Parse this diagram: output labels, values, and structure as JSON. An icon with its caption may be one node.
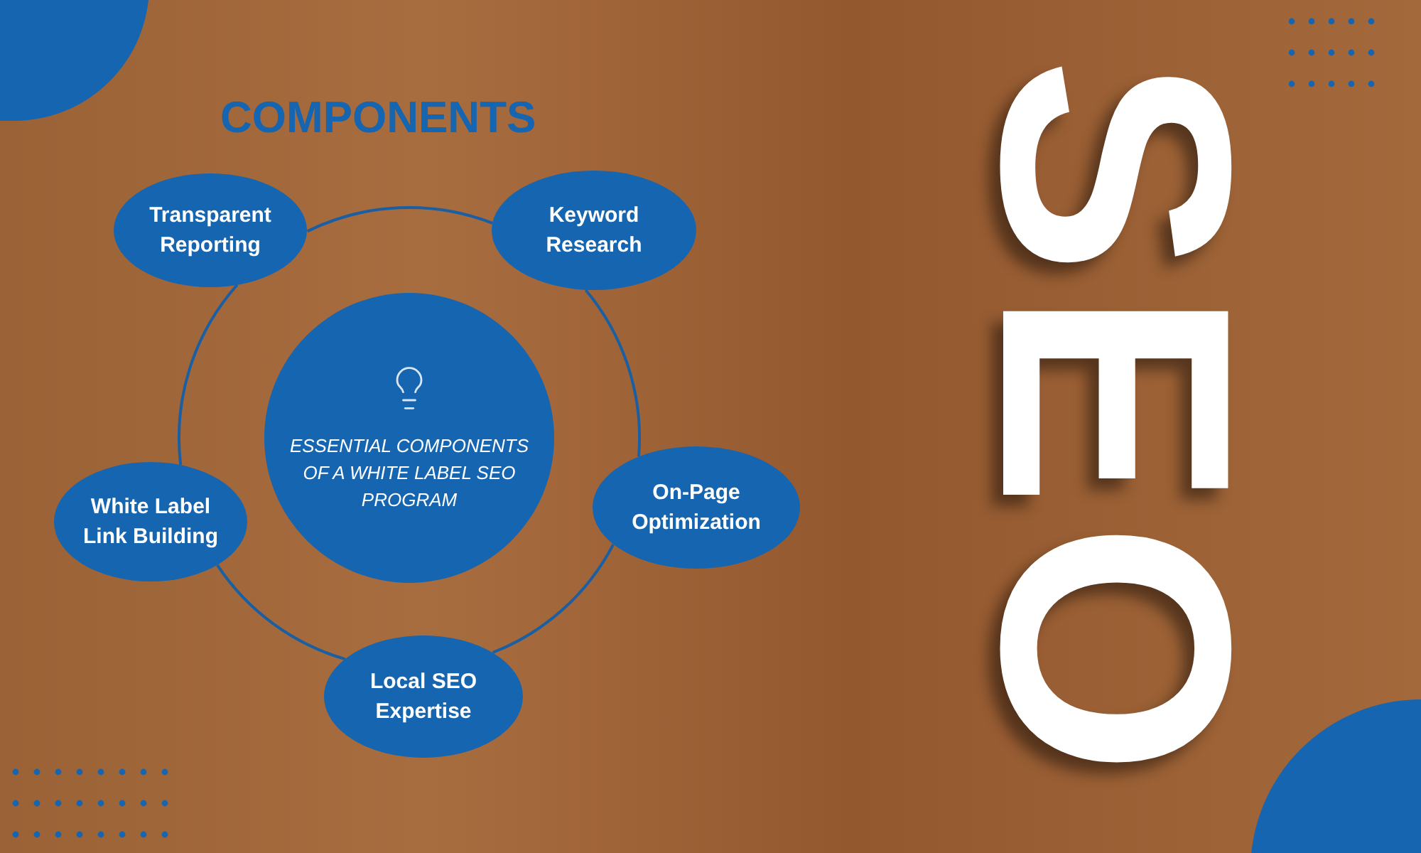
{
  "diagram": {
    "title": "COMPONENTS",
    "nodes": [
      {
        "text": [
          "Transparent Reporting"
        ]
      },
      {
        "text": [
          "Keyword Research"
        ]
      },
      {
        "text": [
          "ESSENTIAL COMPONENTS OF A WHITE LABEL SEO PROGRAM"
        ]
      },
      {
        "text": [
          "On-Page Optimization"
        ]
      },
      {
        "text": [
          "White Label Link Building"
        ]
      },
      {
        "text": [
          "Local SEO Expertise"
        ]
      }
    ],
    "edges": [
      {
        "from": 0,
        "to": 1,
        "arrow": "none"
      },
      {
        "from": 1,
        "to": 3,
        "arrow": "none"
      },
      {
        "from": 3,
        "to": 5,
        "arrow": "none"
      },
      {
        "from": 5,
        "to": 4,
        "arrow": "none"
      },
      {
        "from": 4,
        "to": 0,
        "arrow": "none"
      }
    ],
    "labels": [
      "SEO"
    ]
  }
}
